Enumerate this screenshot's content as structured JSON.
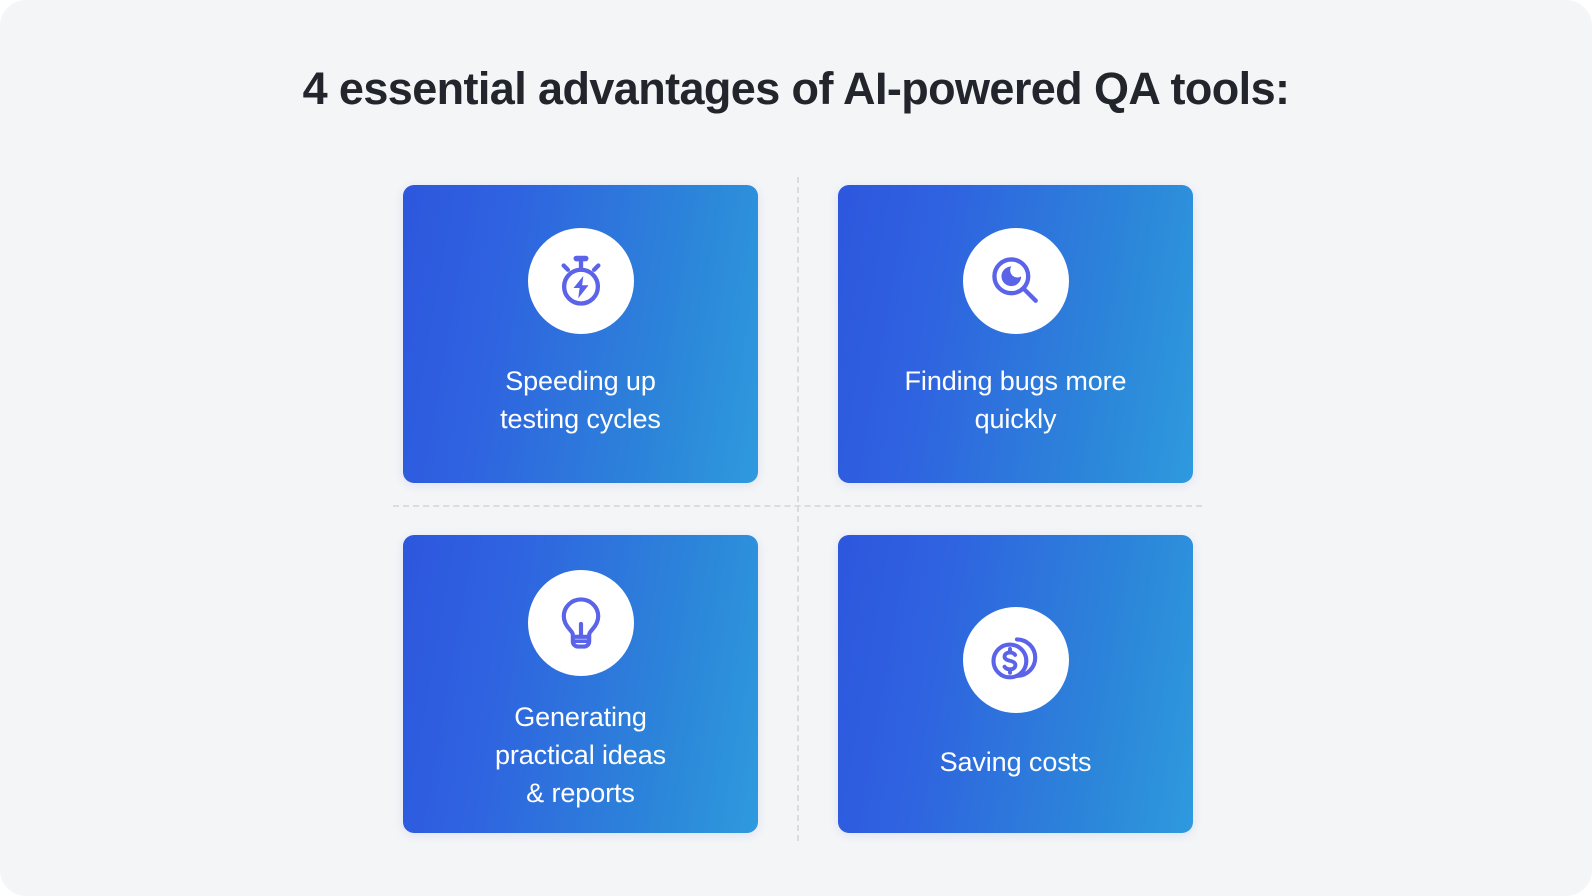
{
  "page": {
    "background_color": "#f4f5f7",
    "title": "4 essential advantages of AI-powered QA tools:",
    "title_color": "#22262c"
  },
  "theme": {
    "card_gradient_start": "#2d57de",
    "card_gradient_end": "#2e9ade",
    "icon_color": "#5b63e8",
    "icon_badge_background": "#ffffff",
    "card_text_color": "#ffffff",
    "divider_color": "#d9dce1"
  },
  "cards": [
    {
      "position": "top-left",
      "icon": "stopwatch-bolt-icon",
      "label": "Speeding up\ntesting cycles"
    },
    {
      "position": "top-right",
      "icon": "magnifier-bug-icon",
      "label": "Finding bugs more\nquickly"
    },
    {
      "position": "bottom-left",
      "icon": "lightbulb-icon",
      "label": "Generating\npractical ideas\n& reports"
    },
    {
      "position": "bottom-right",
      "icon": "coins-dollar-icon",
      "label": "Saving costs"
    }
  ],
  "dividers": {
    "vertical": "dashed-divider-vertical",
    "horizontal": "dashed-divider-horizontal"
  }
}
